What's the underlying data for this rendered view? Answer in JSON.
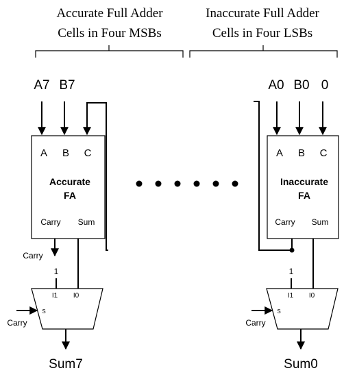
{
  "headers": {
    "msb_line1": "Accurate Full Adder",
    "msb_line2": "Cells in Four MSBs",
    "lsb_line1": "Inaccurate Full Adder",
    "lsb_line2": "Cells in Four LSBs"
  },
  "left_cell": {
    "input_a": "A7",
    "input_b": "B7",
    "pin_a": "A",
    "pin_b": "B",
    "pin_c": "C",
    "title_line1": "Accurate",
    "title_line2": "FA",
    "out_carry": "Carry",
    "out_sum": "Sum",
    "carry_out_label": "Carry",
    "mux_const": "1",
    "mux_i1": "I1",
    "mux_i0": "I0",
    "mux_s": "S",
    "mux_select_label": "Carry",
    "output": "Sum7"
  },
  "right_cell": {
    "input_a": "A0",
    "input_b": "B0",
    "input_c": "0",
    "pin_a": "A",
    "pin_b": "B",
    "pin_c": "C",
    "title_line1": "Inaccurate",
    "title_line2": "FA",
    "out_carry": "Carry",
    "out_sum": "Sum",
    "mux_const": "1",
    "mux_i1": "I1",
    "mux_i0": "I0",
    "mux_s": "S",
    "mux_select_label": "Carry",
    "output": "Sum0"
  },
  "ellipsis_dots": 6
}
